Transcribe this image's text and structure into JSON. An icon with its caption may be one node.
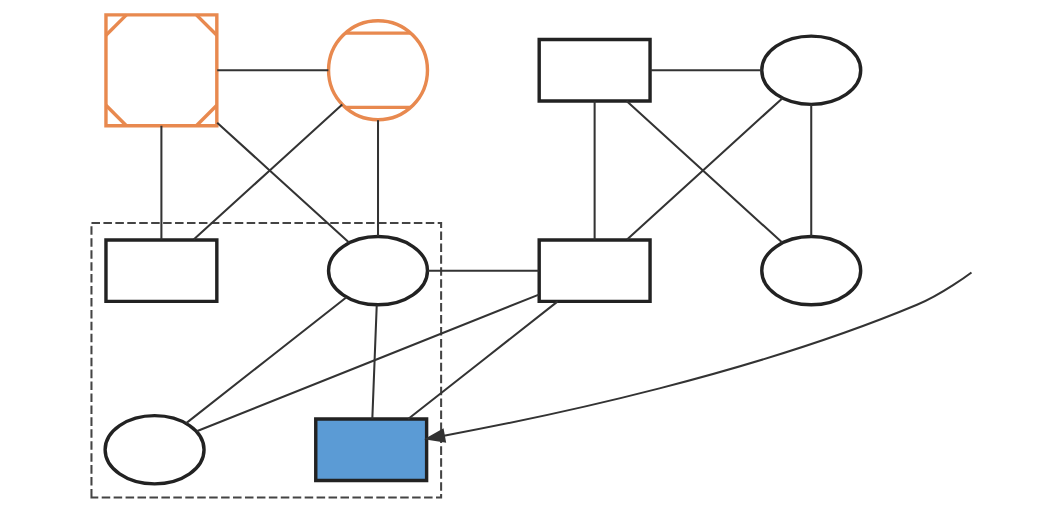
{
  "diagram": {
    "nodes": [
      {
        "text": [],
        "shape": "box"
      },
      {
        "text": [],
        "shape": "circle"
      },
      {
        "text": [],
        "shape": "box"
      },
      {
        "text": [],
        "shape": "circle"
      },
      {
        "text": [],
        "shape": "box"
      },
      {
        "text": [],
        "shape": "circle",
        "in": 4
      },
      {
        "text": [],
        "shape": "box",
        "in": 4
      },
      {
        "text": [],
        "shape": "circle"
      },
      {
        "text": [],
        "shape": "box"
      },
      {
        "text": [],
        "shape": "circle",
        "in": 4
      },
      {
        "text": [],
        "shape": "box",
        "in": 4
      }
    ],
    "edges": [
      {
        "from": 0,
        "to": 1,
        "arrow": "none"
      },
      {
        "from": 0,
        "to": 5,
        "arrow": "none"
      },
      {
        "from": 0,
        "to": 6,
        "arrow": "none"
      },
      {
        "from": 1,
        "to": 5,
        "arrow": "none"
      },
      {
        "from": 1,
        "to": 6,
        "arrow": "none"
      },
      {
        "from": 2,
        "to": 3,
        "arrow": "none"
      },
      {
        "from": 2,
        "to": 7,
        "arrow": "none"
      },
      {
        "from": 2,
        "to": 8,
        "arrow": "none"
      },
      {
        "from": 3,
        "to": 7,
        "arrow": "none"
      },
      {
        "from": 3,
        "to": 8,
        "arrow": "none"
      },
      {
        "from": 5,
        "to": 8,
        "arrow": "none"
      },
      {
        "from": 5,
        "to": 9,
        "arrow": "none"
      },
      {
        "from": 5,
        "to": 10,
        "arrow": "none"
      },
      {
        "from": 8,
        "to": 9,
        "arrow": "none"
      },
      {
        "from": 8,
        "to": 10,
        "arrow": "none"
      },
      {
        "from": null,
        "to": 10,
        "arrow": "to"
      }
    ]
  }
}
